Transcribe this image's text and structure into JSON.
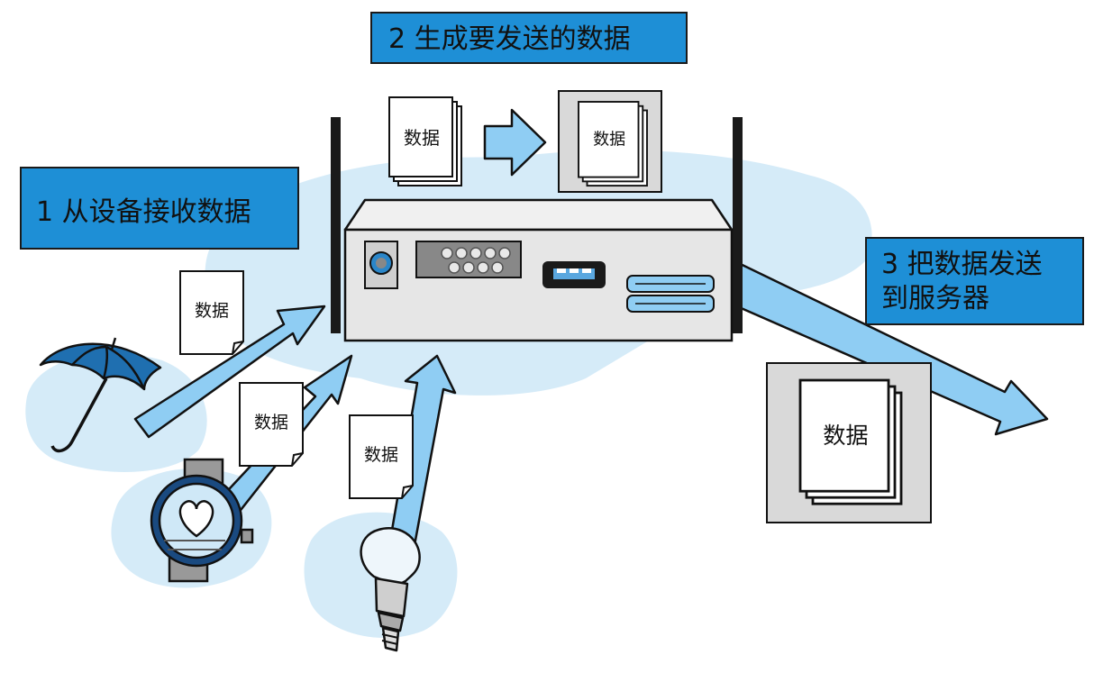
{
  "steps": {
    "step1": "1 从设备接收数据",
    "step2": "2 生成要发送的数据",
    "step3_line1": "3 把数据发送",
    "step3_line2": "到服务器"
  },
  "doc_label": "数据",
  "colors": {
    "label_bg": "#1e8fd6",
    "arrow": "#8fcdf3",
    "cloud": "#d5ebf8",
    "router": "#e6e6e6",
    "frame": "#d9d9d9"
  }
}
